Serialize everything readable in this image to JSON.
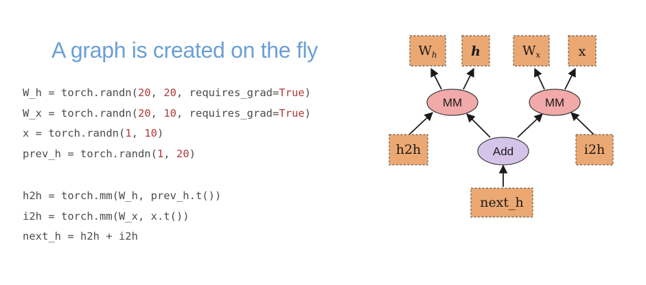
{
  "title": "A graph is created on the fly",
  "code": {
    "line1": {
      "pre": "W_h = torch.randn(",
      "n1": "20",
      "sep1": ", ",
      "n2": "20",
      "sep2": ", requires_grad=",
      "kw": "True",
      "post": ")"
    },
    "line2": {
      "pre": "W_x = torch.randn(",
      "n1": "20",
      "sep1": ", ",
      "n2": "10",
      "sep2": ", requires_grad=",
      "kw": "True",
      "post": ")"
    },
    "line3": {
      "pre": "x = torch.randn(",
      "n1": "1",
      "sep1": ", ",
      "n2": "10",
      "post": ")"
    },
    "line4": {
      "pre": "prev_h = torch.randn(",
      "n1": "1",
      "sep1": ", ",
      "n2": "20",
      "post": ")"
    },
    "line5": "h2h = torch.mm(W_h, prev_h.t())",
    "line6": "i2h = torch.mm(W_x, x.t())",
    "line7": "next_h = h2h + i2h"
  },
  "graph": {
    "nodes": {
      "wh": {
        "main": "W",
        "sub": "h"
      },
      "h": "h",
      "wx": {
        "main": "W",
        "sub": "x"
      },
      "x": "x",
      "mm_left": "MM",
      "mm_right": "MM",
      "h2h": "h2h",
      "add": "Add",
      "i2h": "i2h",
      "next_h": "next_h"
    },
    "edges": [
      [
        "mm_left",
        "wh"
      ],
      [
        "mm_left",
        "h"
      ],
      [
        "mm_right",
        "wx"
      ],
      [
        "mm_right",
        "x"
      ],
      [
        "h2h",
        "mm_left"
      ],
      [
        "add",
        "mm_left"
      ],
      [
        "add",
        "mm_right"
      ],
      [
        "i2h",
        "mm_right"
      ],
      [
        "next_h",
        "add"
      ]
    ]
  }
}
